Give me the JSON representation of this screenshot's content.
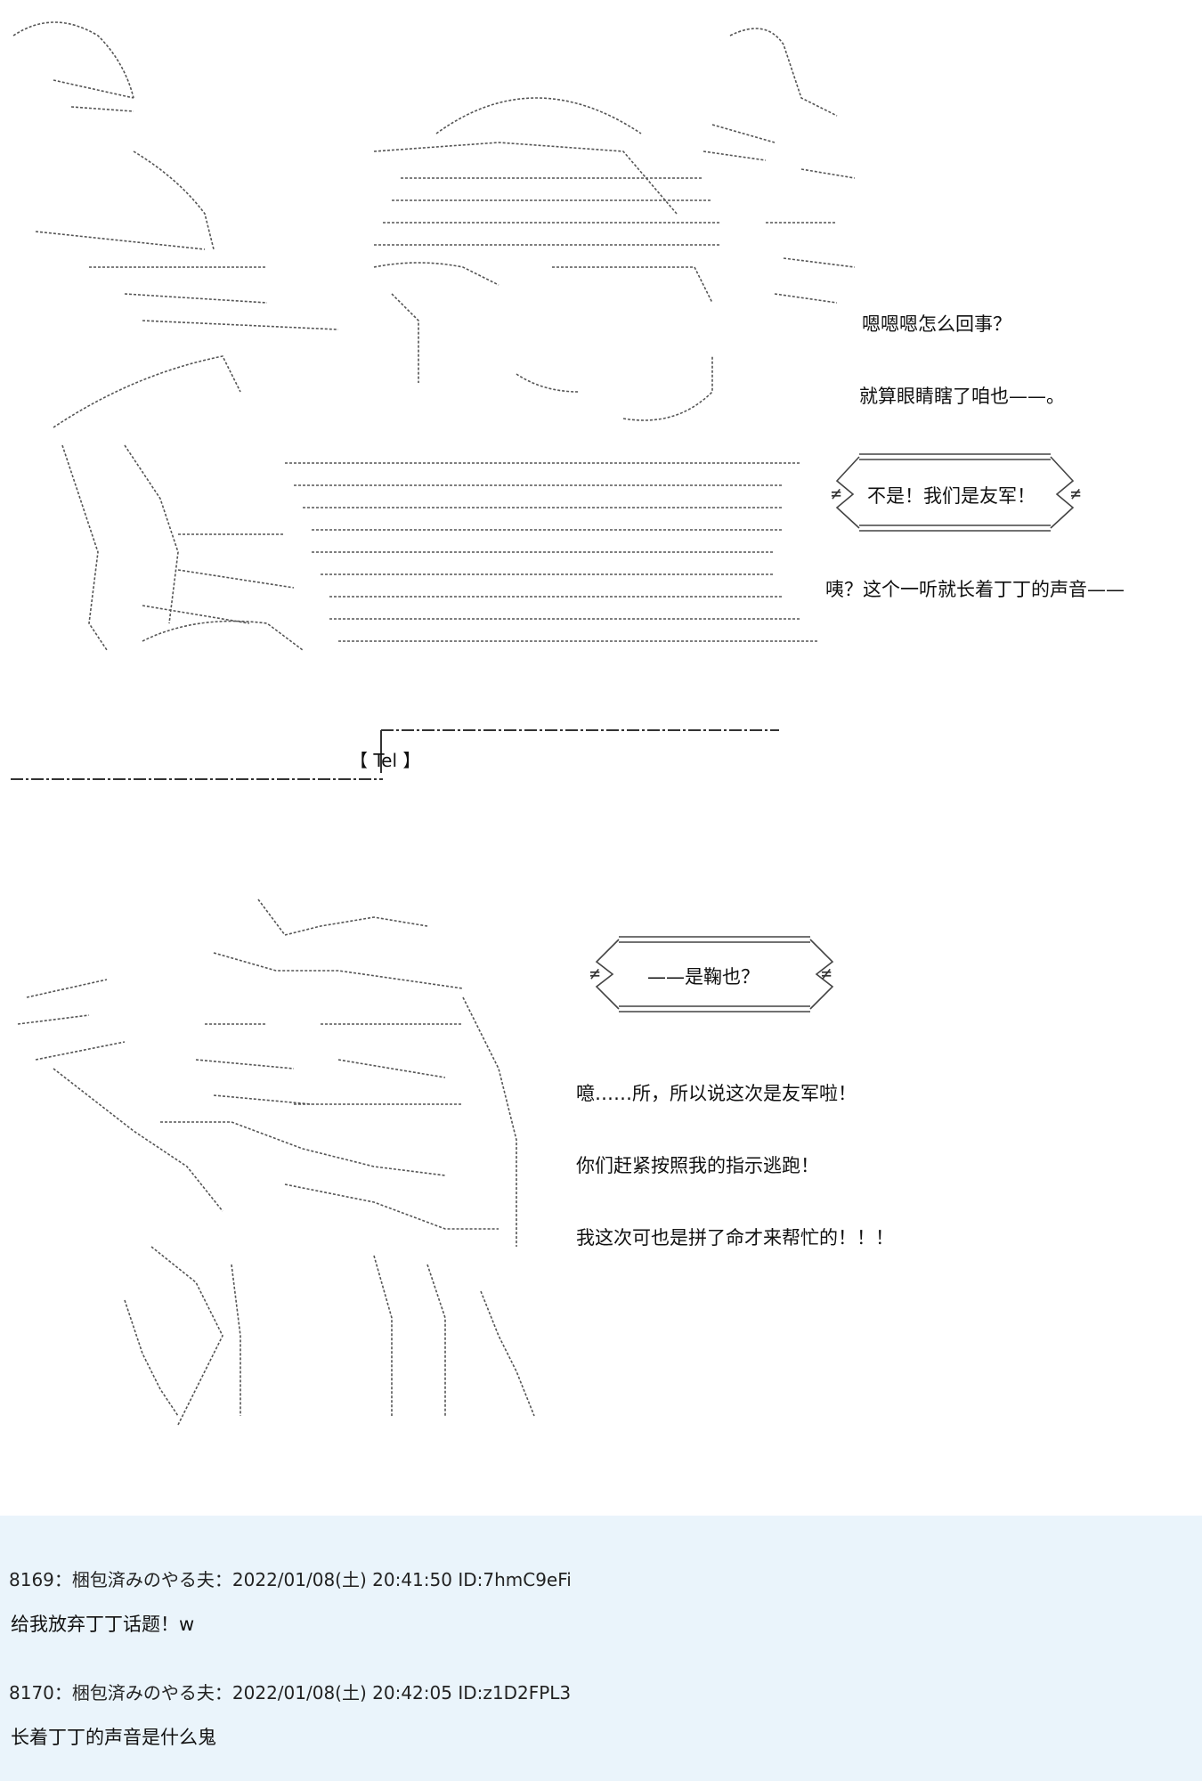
{
  "panel1": {
    "lines": [
      "嗯嗯嗯怎么回事？",
      "就算眼睛瞎了咱也——。",
      "咦？这个一听就长着丁丁的声音——"
    ],
    "bubble": "不是！我们是友军！"
  },
  "separator": {
    "label": "【 Tel 】"
  },
  "panel2": {
    "bubble": "——是鞠也？",
    "lines": [
      "噫……所，所以说这次是友军啦！",
      "你们赶紧按照我的指示逃跑！",
      "我这次可也是拼了命才来帮忙的！！！"
    ]
  },
  "posts": [
    {
      "header": "8169：梱包済みのやる夫：2022/01/08(土) 20:41:50 ID:7hmC9eFi",
      "body": "给我放弃丁丁话题！w"
    },
    {
      "header": "8170：梱包済みのやる夫：2022/01/08(土) 20:42:05 ID:z1D2FPL3",
      "body": "长着丁丁的声音是什么鬼"
    }
  ],
  "colors": {
    "page_bg": "#ffffff",
    "posts_bg": "#eaf4fb",
    "text": "#111111",
    "art_lines": "#555555"
  }
}
